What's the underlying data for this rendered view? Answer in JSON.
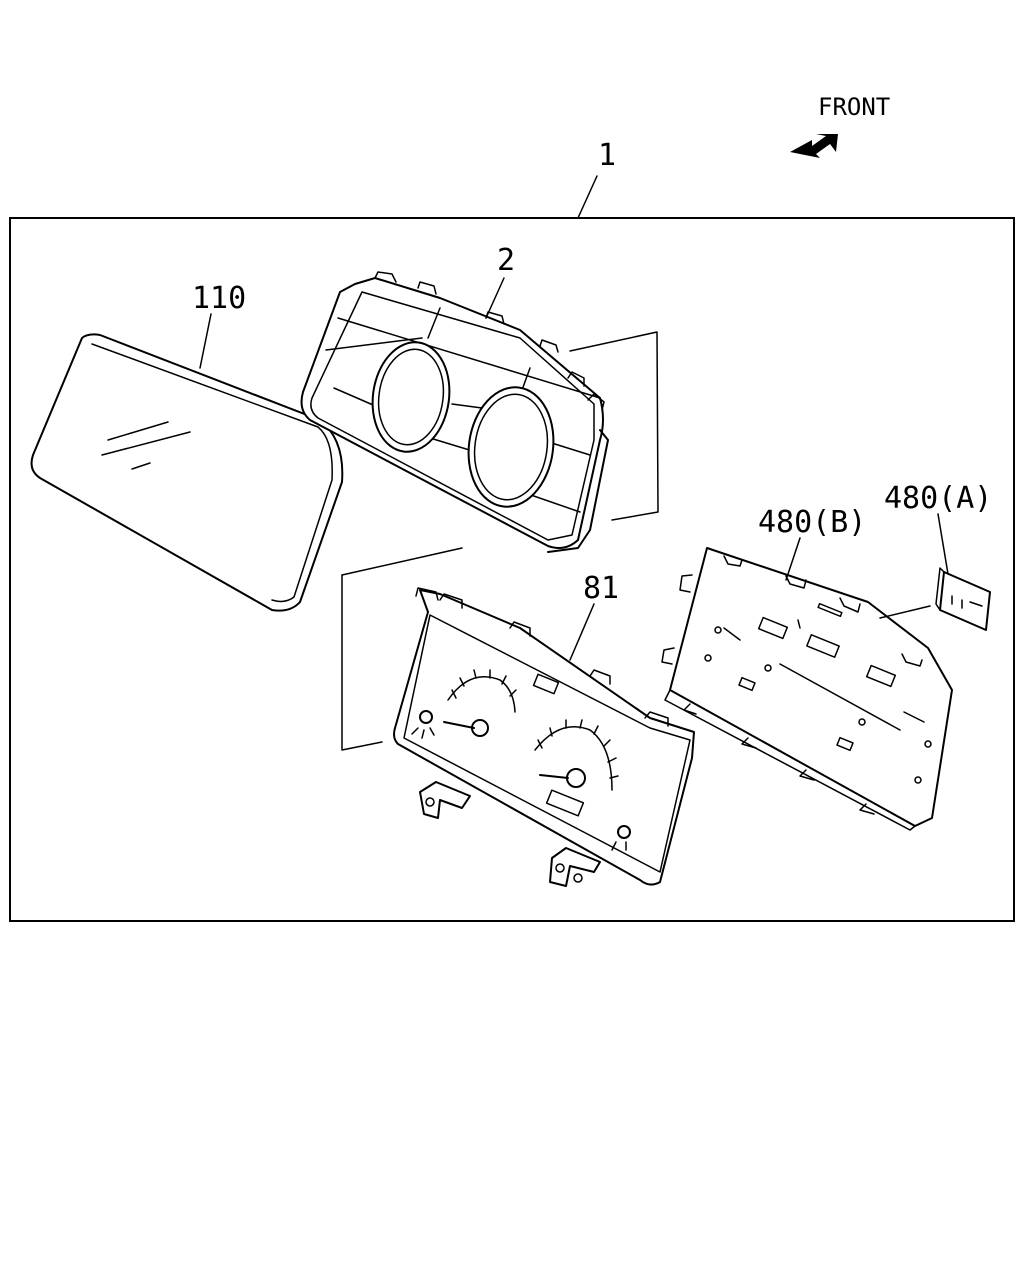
{
  "direction_label": "FRONT",
  "callouts": {
    "assembly": "1",
    "case": "2",
    "lens": "110",
    "face_plate": "81",
    "circuit_b": "480(B)",
    "circuit_a": "480(A)"
  },
  "icons": {
    "front_arrow": "arrow-icon"
  },
  "colors": {
    "line": "#000000",
    "background": "#ffffff"
  }
}
